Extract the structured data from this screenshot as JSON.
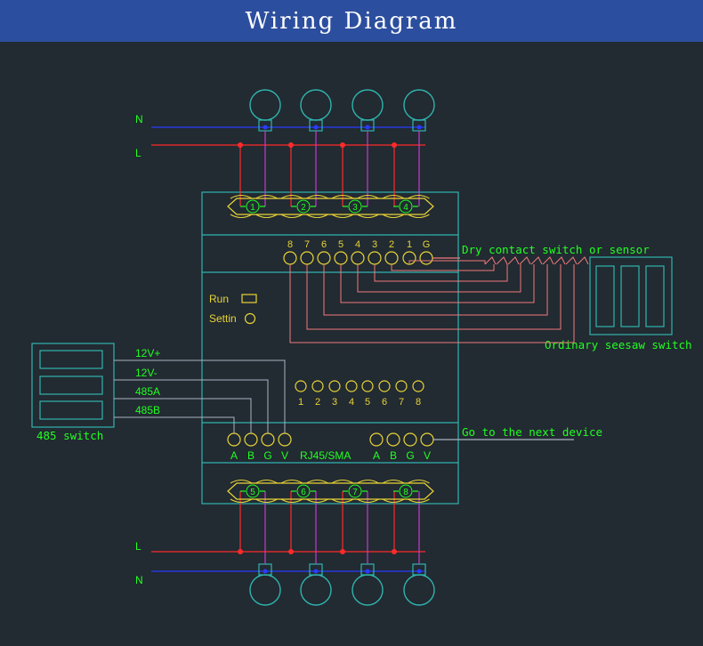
{
  "title": "Wiring Diagram",
  "colors": {
    "background": "#222a32",
    "header": "#2c4e9e",
    "device_outline": "#2fb5ae",
    "neutral_wire": "#2a3cff",
    "live_wire": "#ff2a2a",
    "output_wire": "#c83ad0",
    "label_green": "#22ff22",
    "terminal_yellow": "#e8d436",
    "signal_wire": "#f07a7a",
    "bus_wire": "#aab4c0"
  },
  "labels": {
    "n_top": "N",
    "l_top": "L",
    "l_bottom": "L",
    "n_bottom": "N",
    "run": "Run",
    "settin": "Settin",
    "rj45": "RJ45/SMA",
    "dry_contact": "Dry contact switch or sensor",
    "seesaw": "Ordinary seesaw switch",
    "switch485": "485 switch",
    "next_device": "Go to the next device"
  },
  "relay_numbers_top": [
    "1",
    "2",
    "3",
    "4"
  ],
  "relay_numbers_bottom": [
    "5",
    "6",
    "7",
    "8"
  ],
  "input_terminals": [
    "8",
    "7",
    "6",
    "5",
    "4",
    "3",
    "2",
    "1",
    "G"
  ],
  "led_numbers": [
    "1",
    "2",
    "3",
    "4",
    "5",
    "6",
    "7",
    "8"
  ],
  "bus_wire_labels": [
    "12V+",
    "12V-",
    "485A",
    "485B"
  ],
  "bus_terminals_left": [
    "A",
    "B",
    "G",
    "V"
  ],
  "bus_terminals_right": [
    "A",
    "B",
    "G",
    "V"
  ]
}
